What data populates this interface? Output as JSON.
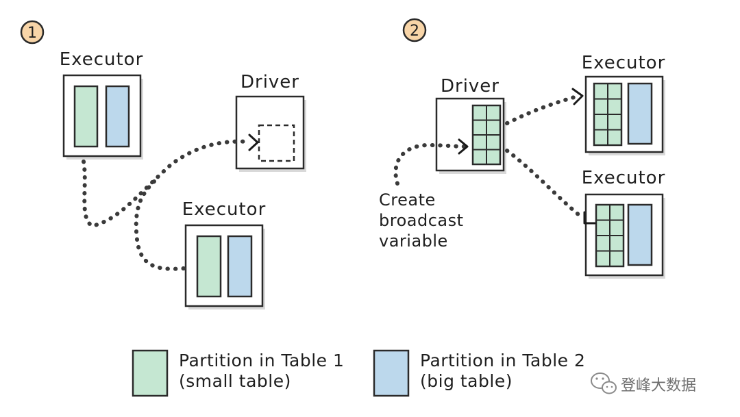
{
  "colors": {
    "small_table": "#c5e7d2",
    "big_table": "#bcd8ec",
    "badge": "#f8d5a8",
    "box_border": "#2a2a2a",
    "dots": "#3a3a3a"
  },
  "panel1": {
    "step": "1",
    "executor_a": "Executor",
    "driver": "Driver",
    "executor_b": "Executor"
  },
  "panel2": {
    "step": "2",
    "driver": "Driver",
    "executor_a": "Executor",
    "executor_b": "Executor",
    "note": [
      "Create",
      "broadcast",
      "variable"
    ]
  },
  "legend": {
    "item1_line1": "Partition in Table 1",
    "item1_line2": "(small table)",
    "item2_line1": "Partition in Table 2",
    "item2_line2": "(big table)"
  },
  "watermark": {
    "text": "登峰大数据",
    "icon": "wechat-icon"
  }
}
